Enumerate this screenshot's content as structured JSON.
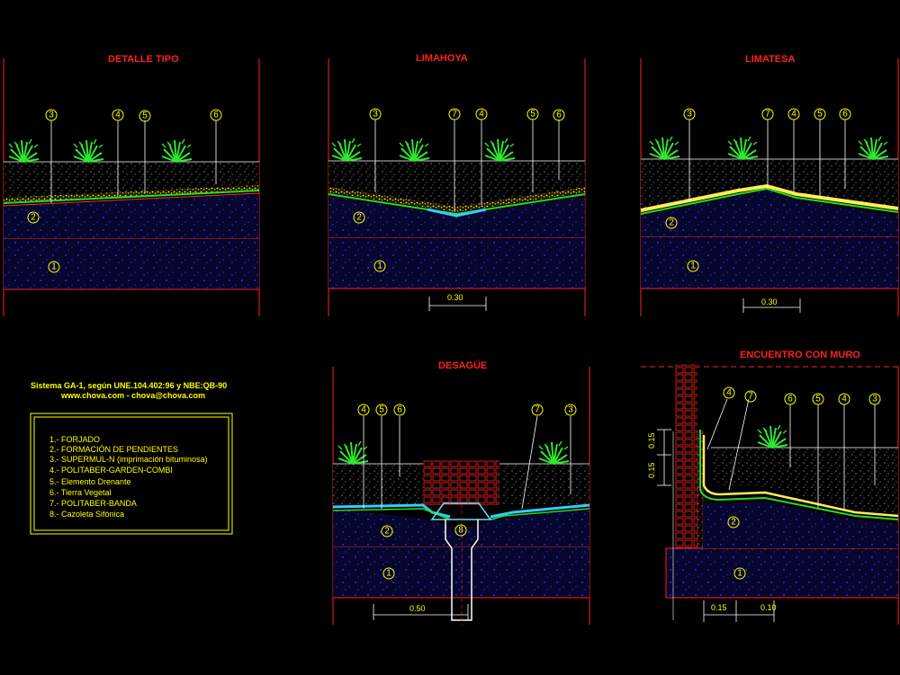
{
  "titles": {
    "detalle_tipo": "DETALLE TIPO",
    "limahoya": "LIMAHOYA",
    "limatesa": "LIMATESA",
    "desague": "DESAGÜE",
    "encuentro": "ENCUENTRO CON MURO"
  },
  "info": {
    "line1": "Sistema GA-1, según UNE.104.402:96 y NBE:QB-90",
    "line2": "www.chova.com - chova@chova.com"
  },
  "legend": {
    "items": [
      "1.- FORJADO",
      "2.- FORMACIÓN DE PENDIENTES",
      "3.- SUPERMUL-N (imprimación bituminosa)",
      "4.- POLITABER-GARDEN-COMBI",
      "5.- Elemento Drenante",
      "6.- Tierra Vegetal",
      "7.- POLITABER-BANDA",
      "8.- Cazoleta Sifónica"
    ]
  },
  "dimensions": {
    "limahoya": "0.30",
    "limatesa": "0.30",
    "desague": "0.50",
    "muro_a": "0.15",
    "muro_b": "0.10",
    "muro_vertical_a": "0.15",
    "muro_vertical_b": "0.15"
  },
  "callouts": {
    "one": "1",
    "two": "2",
    "three": "3",
    "four": "4",
    "five": "5",
    "six": "6",
    "seven": "7",
    "eight": "8"
  },
  "colors": {
    "background": "#000000",
    "title": "#ff2020",
    "text": "#ffff00",
    "frame": "#ff2020",
    "slab": "#0a0a3a",
    "soil": "#ffffff",
    "membrane": "#22dd22",
    "drain": "#33ccff",
    "brick": "#ff2020"
  }
}
